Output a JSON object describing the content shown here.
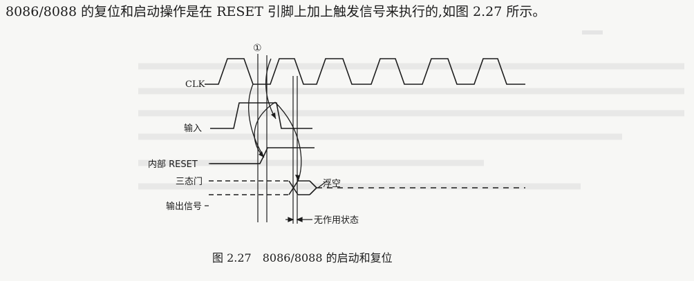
{
  "text": {
    "intro": "8086/8088 的复位和启动操作是在 RESET 引脚上加上触发信号来执行的,如图 2.27 所示。",
    "caption": "图 2.27　8086/8088 的启动和复位"
  },
  "diagram": {
    "marker": "①",
    "signals": {
      "clk": "CLK",
      "input": "输入",
      "internal_reset": "内部 RESET",
      "tristate": "三态门",
      "output": "输出信号"
    },
    "float_label": "浮空",
    "inactive_label": "无作用状态"
  }
}
